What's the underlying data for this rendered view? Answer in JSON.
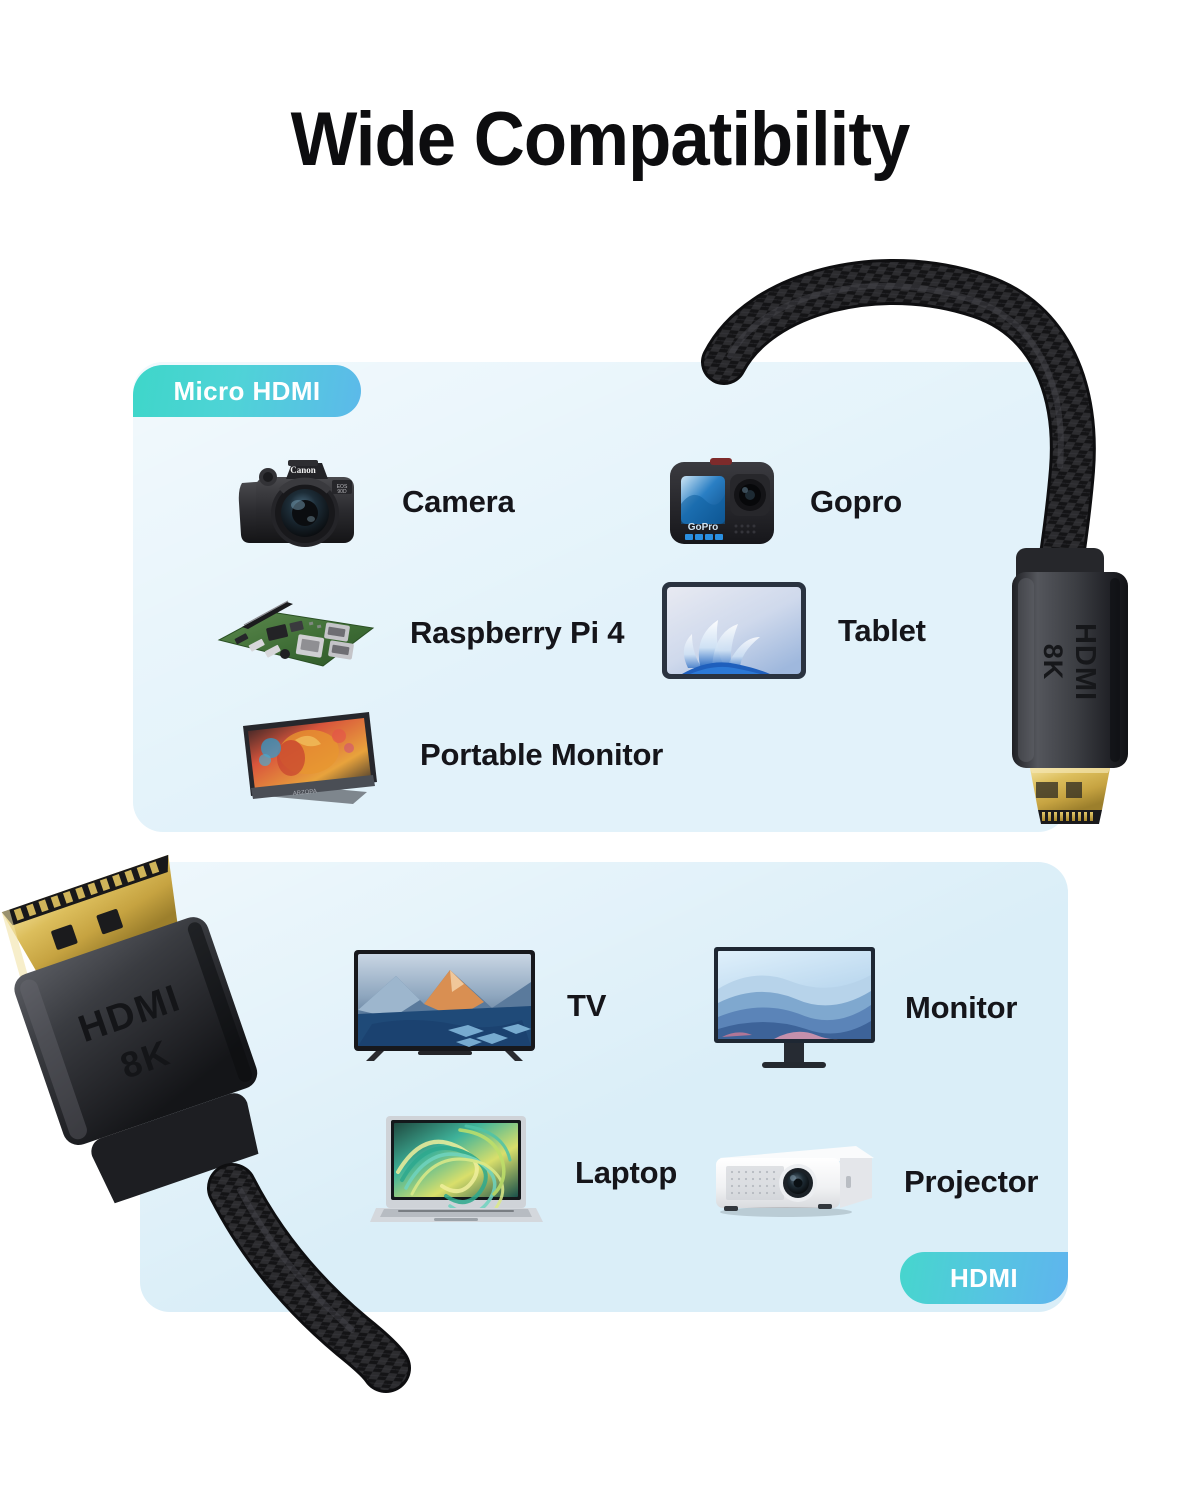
{
  "page": {
    "title": "Wide Compatibility",
    "background": "#ffffff"
  },
  "colors": {
    "card_bg_top": "#e2f2fa",
    "card_bg_bottom": "#daeef8",
    "badge_gradient_start": "#3ed6c9",
    "badge_gradient_end": "#5cb9ea",
    "label_text": "#15151a",
    "title_text": "#0d0d0f",
    "connector_body": "#3a3d42",
    "connector_gold": "#d8b84e",
    "cable_braid": "#1a1a1c"
  },
  "cards": [
    {
      "id": "micro-hdmi",
      "badge": "Micro HDMI",
      "badge_position": "top-left",
      "items": [
        {
          "label": "Camera",
          "icon": "dslr-camera-icon",
          "column": "left",
          "row": 1
        },
        {
          "label": "Gopro",
          "icon": "action-camera-icon",
          "column": "right",
          "row": 1
        },
        {
          "label": "Raspberry Pi 4",
          "icon": "single-board-computer-icon",
          "column": "left",
          "row": 2
        },
        {
          "label": "Tablet",
          "icon": "tablet-icon",
          "column": "right",
          "row": 2
        },
        {
          "label": "Portable Monitor",
          "icon": "portable-monitor-icon",
          "column": "left",
          "row": 3
        }
      ]
    },
    {
      "id": "hdmi",
      "badge": "HDMI",
      "badge_position": "bottom-right",
      "items": [
        {
          "label": "TV",
          "icon": "television-icon",
          "column": "left",
          "row": 1
        },
        {
          "label": "Monitor",
          "icon": "desktop-monitor-icon",
          "column": "right",
          "row": 1
        },
        {
          "label": "Laptop",
          "icon": "laptop-icon",
          "column": "left",
          "row": 2
        },
        {
          "label": "Projector",
          "icon": "projector-icon",
          "column": "right",
          "row": 2
        }
      ]
    }
  ],
  "connectors": [
    {
      "id": "micro-hdmi-plug",
      "type": "micro-hdmi-connector-icon",
      "engraving_brand": "HDMI",
      "engraving_spec": "8K",
      "orientation": "vertical-rotated"
    },
    {
      "id": "hdmi-plug",
      "type": "hdmi-connector-icon",
      "engraving_brand": "HDMI",
      "engraving_spec": "8K",
      "orientation": "diagonal"
    }
  ]
}
